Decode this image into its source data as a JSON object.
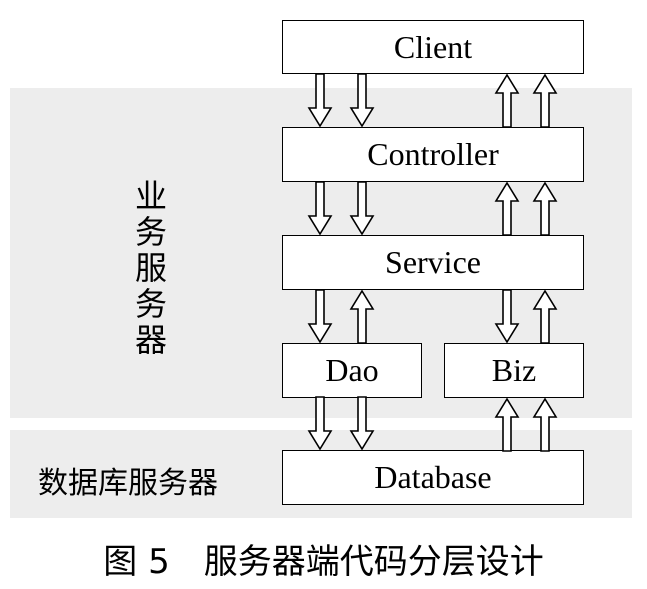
{
  "layers": {
    "client": "Client",
    "controller": "Controller",
    "service": "Service",
    "dao": "Dao",
    "biz": "Biz",
    "database": "Database"
  },
  "labels": {
    "business_server": "业务服务器",
    "db_server": "数据库服务器"
  },
  "caption": "图 5　服务器端代码分层设计",
  "colors": {
    "band": "#ededed",
    "stroke": "#000000"
  }
}
